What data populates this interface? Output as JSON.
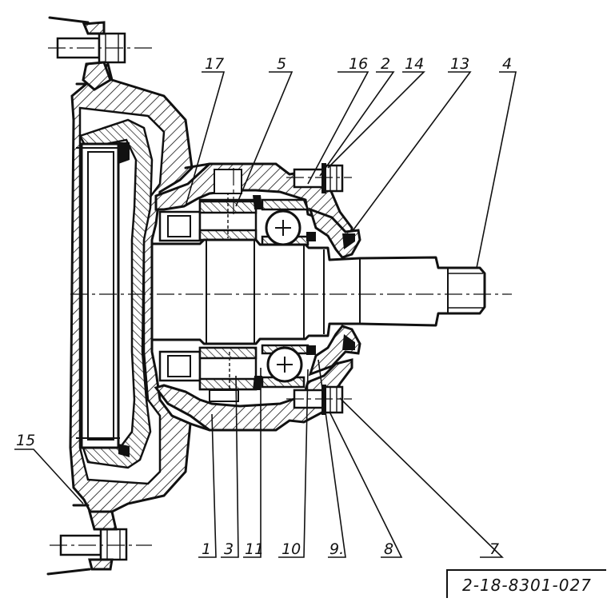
{
  "drawing": {
    "callouts": {
      "c1": "1",
      "c2": "2",
      "c3": "3",
      "c4": "4",
      "c5": "5",
      "c7": "7",
      "c8": "8",
      "c9": "9.",
      "c10": "10",
      "c11": "11",
      "c13": "13",
      "c14": "14",
      "c15": "15",
      "c16": "16",
      "c17": "17"
    },
    "drawing_number": "2-18-8301-027"
  }
}
